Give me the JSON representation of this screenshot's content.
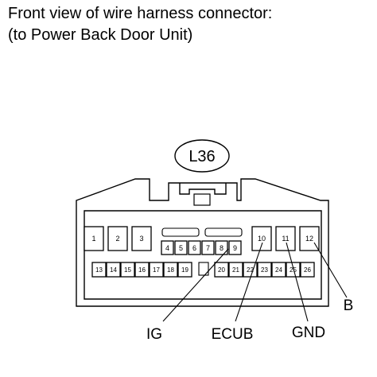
{
  "title": {
    "line1": "Front view of wire harness connector:",
    "line2": "(to Power Back Door Unit)"
  },
  "connector": {
    "code": "L36",
    "pins_top_left": [
      "1",
      "2",
      "3"
    ],
    "pins_top_right": [
      "10",
      "11",
      "12"
    ],
    "pins_middle": [
      "4",
      "5",
      "6",
      "7",
      "8",
      "9"
    ],
    "pins_bottom_left": [
      "13",
      "14",
      "15",
      "16",
      "17",
      "18",
      "19"
    ],
    "pins_bottom_right": [
      "20",
      "21",
      "22",
      "23",
      "24",
      "25",
      "26"
    ]
  },
  "terminals": {
    "ig": "IG",
    "ecub": "ECUB",
    "gnd": "GND",
    "b": "B"
  }
}
